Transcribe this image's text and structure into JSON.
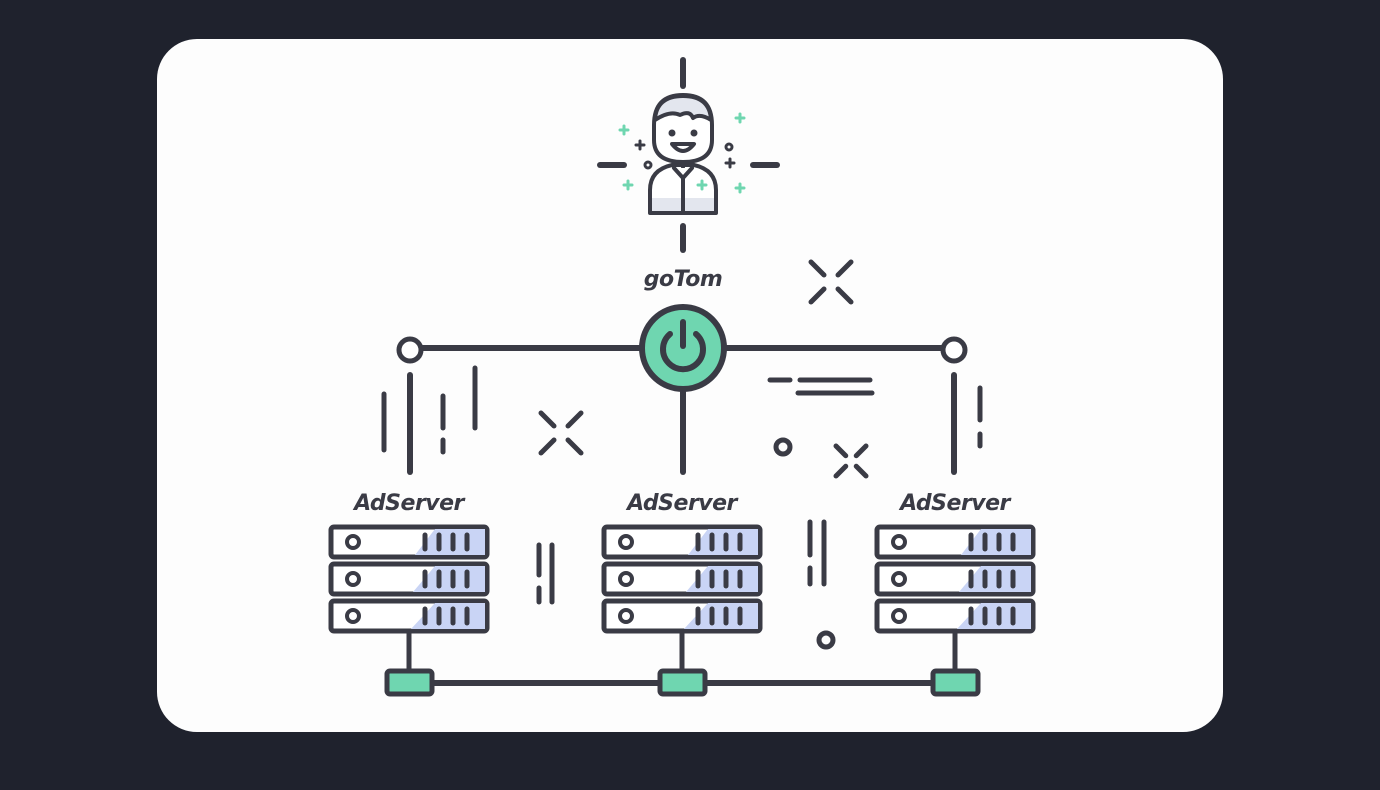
{
  "colors": {
    "background": "#1f222d",
    "card": "#fdfdfd",
    "stroke": "#3a3b45",
    "accent": "#6fd6b0",
    "highlight": "#c9d4f5"
  },
  "user": {
    "label": "goTom",
    "icon": "person-icon"
  },
  "hub": {
    "icon": "power-icon"
  },
  "servers": [
    {
      "label": "AdServer"
    },
    {
      "label": "AdServer"
    },
    {
      "label": "AdServer"
    }
  ]
}
